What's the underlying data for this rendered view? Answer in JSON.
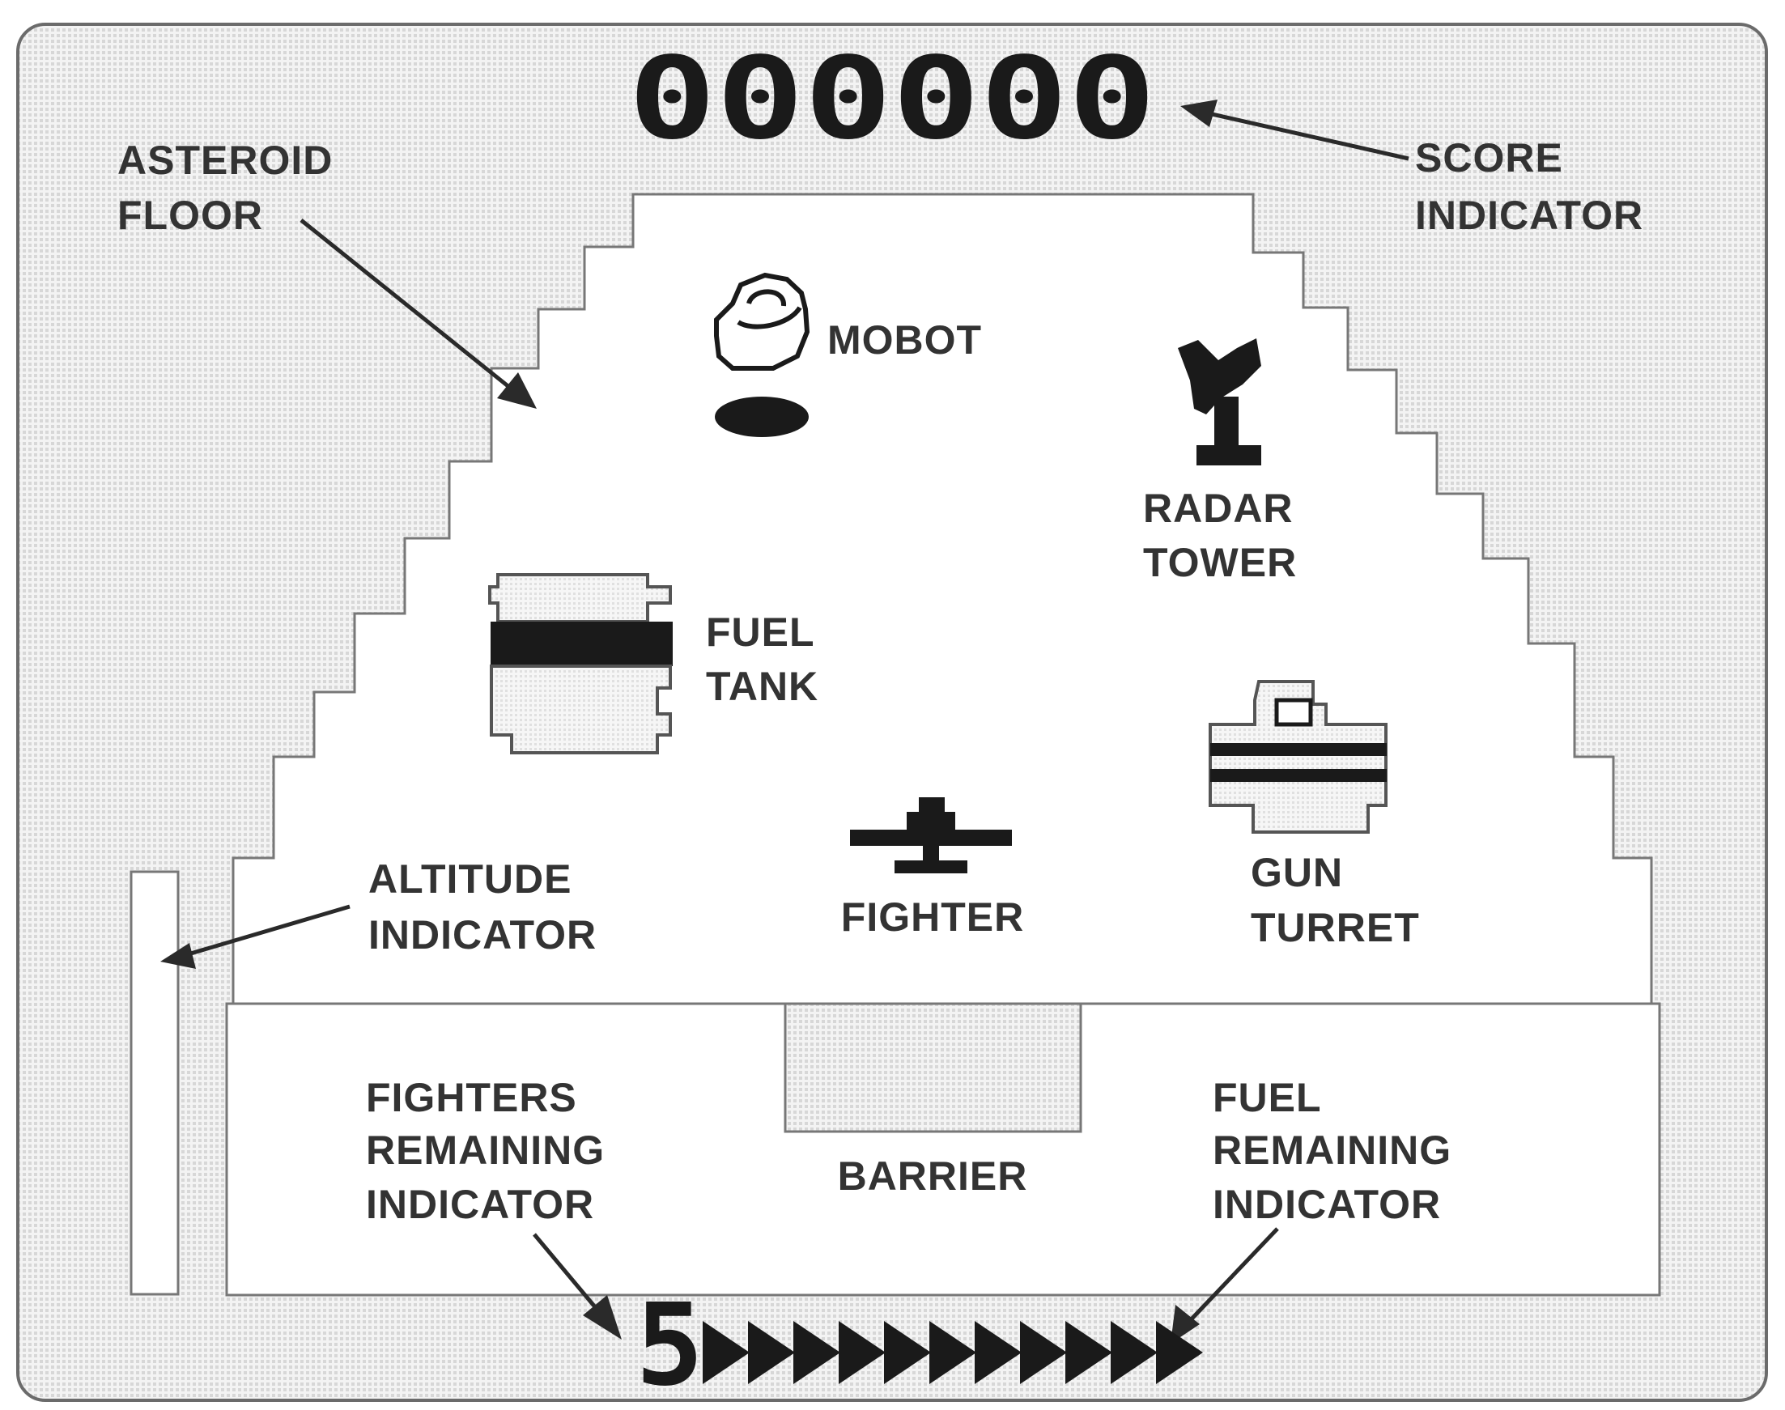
{
  "score": {
    "value": "000000",
    "label": [
      "SCORE",
      "INDICATOR"
    ]
  },
  "labels": {
    "asteroid_floor": [
      "ASTEROID",
      "FLOOR"
    ],
    "mobot": "MOBOT",
    "radar_tower": [
      "RADAR",
      "TOWER"
    ],
    "fuel_tank": [
      "FUEL",
      "TANK"
    ],
    "gun_turret": [
      "GUN",
      "TURRET"
    ],
    "fighter": "FIGHTER",
    "altitude_indicator": [
      "ALTITUDE",
      "INDICATOR"
    ],
    "fighters_remaining": [
      "FIGHTERS",
      "REMAINING",
      "INDICATOR"
    ],
    "barrier": "BARRIER",
    "fuel_remaining": [
      "FUEL",
      "REMAINING",
      "INDICATOR"
    ]
  },
  "status": {
    "fighters_remaining": "5",
    "fuel_units": 11
  },
  "colors": {
    "ink": "#1a1a1a",
    "label": "#333333",
    "dither": "#e2e2e2",
    "white": "#ffffff"
  }
}
